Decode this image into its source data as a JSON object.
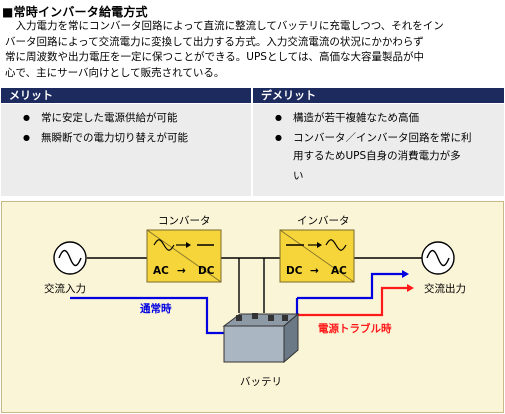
{
  "heading": "■常時インバータ給電方式",
  "intro": [
    "　入力電力を常にコンバータ回路によって直流に整流してバッテリに充電しつつ、それをイン",
    "バータ回路によって交流電力に変換して出力する方式。入力交流電流の状況にかかわらず",
    "常に周波数や出力電圧を一定に保つことができる。UPSとしては、高価な大容量製品が中",
    "心で、主にサーバ向けとして販売されている。"
  ],
  "merit": {
    "header": "メリット",
    "items": [
      "常に安定した電源供給が可能",
      "無瞬断での電力切り替えが可能"
    ]
  },
  "demerit": {
    "header": "デメリット",
    "items": [
      "構造が若干複雑なため高価",
      "コンバータ／インバータ回路を常に利",
      "用するためUPS自身の消費電力が多",
      "い"
    ]
  },
  "diagram": {
    "converter_label": "コンバータ",
    "converter_from": "AC",
    "converter_to": "DC",
    "inverter_label": "インバータ",
    "inverter_from": "DC",
    "inverter_to": "AC",
    "arrow": "→",
    "ac_input": "交流入力",
    "ac_output": "交流出力",
    "normal": "通常時",
    "failure": "電源トラブル時",
    "battery": "バッテリ",
    "colors": {
      "normal_path": "#0000e0",
      "failure_path": "#ff1a1a",
      "box_fill": "#f6d53a",
      "box_stroke": "#7a6a2a"
    }
  }
}
